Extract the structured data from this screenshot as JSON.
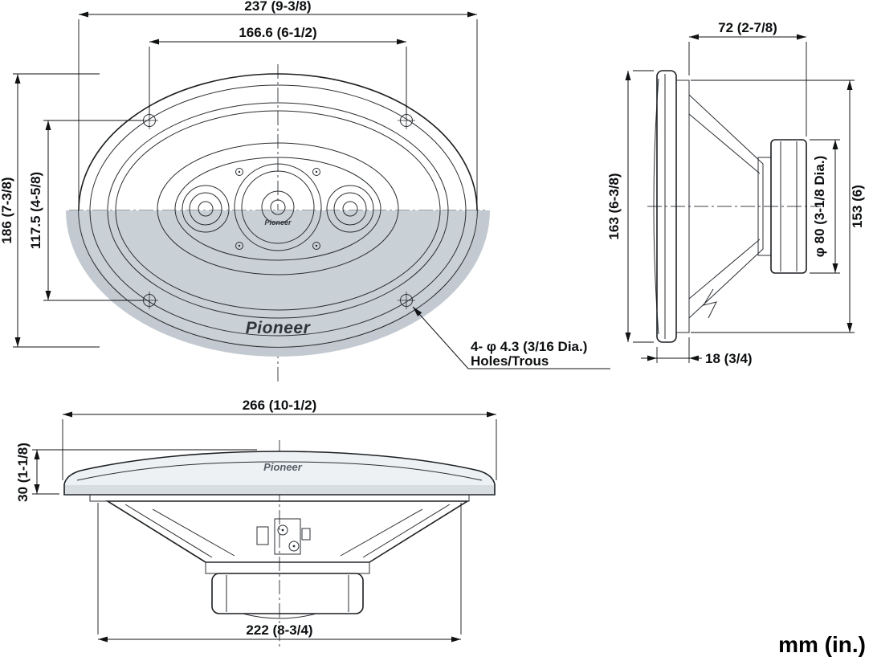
{
  "meta": {
    "units_label": "mm (in.)",
    "colors": {
      "line": "#1c1f22",
      "shade": "#cad0d6",
      "fill_light": "#f2f4f6"
    }
  },
  "front_view": {
    "dim_width_overall": "237 (9-3/8)",
    "dim_width_holes": "166.6 (6-1/2)",
    "dim_height_overall": "186 (7-3/8)",
    "dim_height_holes": "117.5 (4-5/8)",
    "holes_note_line1": "4- φ 4.3 (3/16 Dia.)",
    "holes_note_line2": "Holes/Trous",
    "brand_logo": "Pioneer",
    "brand_logo_tiny": "Pioneer"
  },
  "side_view": {
    "dim_depth_body": "72 (2-7/8)",
    "dim_height_overall": "163 (6-3/8)",
    "dim_height_frame": "153 (6)",
    "dim_magnet_dia": "φ 80 (3-1/8 Dia.)",
    "dim_flange_depth": "18 (3/4)"
  },
  "bottom_view": {
    "dim_width_overall": "266 (10-1/2)",
    "dim_height_grille": "30 (1-1/8)",
    "dim_width_basket": "222 (8-3/4)",
    "brand_logo": "Pioneer"
  }
}
